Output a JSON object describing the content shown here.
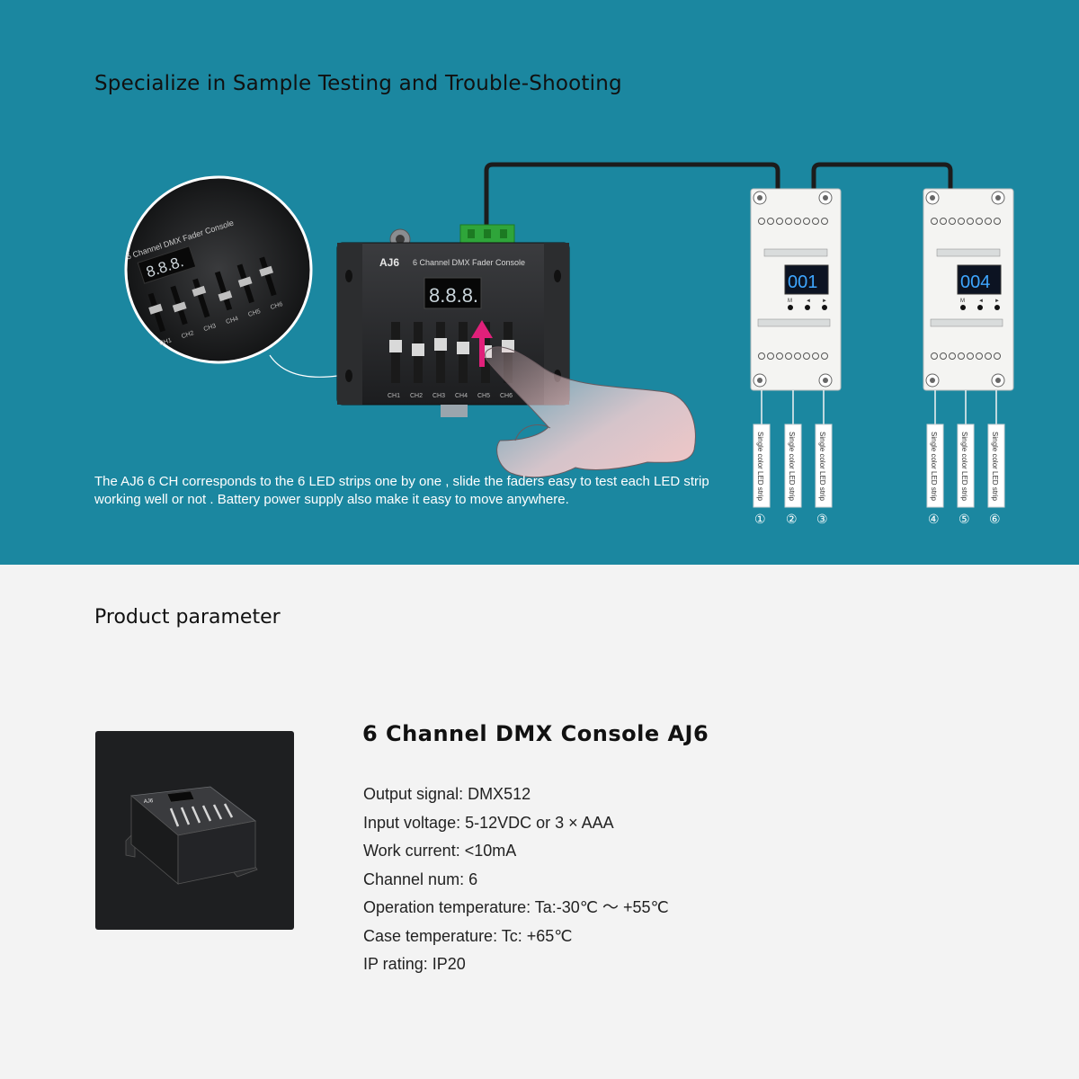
{
  "hero": {
    "title": "Specialize in Sample Testing and Trouble-Shooting",
    "description": "The AJ6 6 CH corresponds to the 6 LED strips one by one , slide the faders easy to test each LED strip working well or not .  Battery power supply also make it easy to move anywhere."
  },
  "console": {
    "model": "AJ6",
    "name": "6 Channel DMX Fader Console",
    "display": "8.8.8.",
    "channels": [
      "CH1",
      "CH2",
      "CH3",
      "CH4",
      "CH5",
      "CH6"
    ]
  },
  "decoders": [
    {
      "display": "001",
      "buttons": [
        "M",
        "◄",
        "►"
      ]
    },
    {
      "display": "004",
      "buttons": [
        "M",
        "◄",
        "►"
      ]
    }
  ],
  "strips": {
    "label": "Single color LED strip",
    "numbers": [
      "①",
      "②",
      "③",
      "④",
      "⑤",
      "⑥"
    ]
  },
  "parameters": {
    "section_title": "Product parameter",
    "product_name": "6 Channel DMX Console AJ6",
    "specs": [
      "Output signal: DMX512",
      "Input voltage: 5-12VDC or 3 × AAA",
      "Work current: <10mA",
      "Channel num: 6",
      "Operation temperature: Ta:-30℃ ～ +55℃",
      "Case temperature: Tc: +65℃",
      "IP rating: IP20"
    ]
  },
  "colors": {
    "hero_bg": "#1b87a0",
    "lower_bg": "#f3f3f3",
    "display_blue": "#3ea6ff",
    "arrow_pink": "#e0207a"
  }
}
